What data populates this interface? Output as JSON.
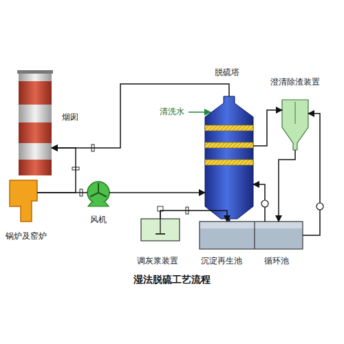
{
  "diagram": {
    "title": "湿法脱硫工艺流程",
    "nodes": [
      {
        "text": [
          "烟囱"
        ]
      },
      {
        "text": [
          "脱硫塔"
        ]
      },
      {
        "text": [
          "澄清除渣装置"
        ]
      },
      {
        "text": [
          "锅炉及窑炉"
        ]
      },
      {
        "text": [
          "风机"
        ]
      },
      {
        "text": [
          "调灰浆装置"
        ]
      },
      {
        "text": [
          "沉淀再生池"
        ]
      },
      {
        "text": [
          "循环池"
        ]
      }
    ],
    "edges": [
      {
        "from": 3,
        "to": 4,
        "arrow": "none"
      },
      {
        "from": 4,
        "to": 1,
        "arrow": "to"
      },
      {
        "from": 1,
        "to": 0,
        "arrow": "to"
      },
      {
        "from": 3,
        "to": 0,
        "arrow": "to"
      },
      {
        "from": 7,
        "to": 2,
        "arrow": "to"
      },
      {
        "from": 2,
        "to": 7,
        "arrow": "to"
      },
      {
        "from": 1,
        "to": 2,
        "arrow": "to"
      },
      {
        "from": 7,
        "to": 1,
        "arrow": "to"
      },
      {
        "from": 5,
        "to": 6,
        "arrow": "to"
      }
    ],
    "labels": [
      "清洗水"
    ]
  }
}
